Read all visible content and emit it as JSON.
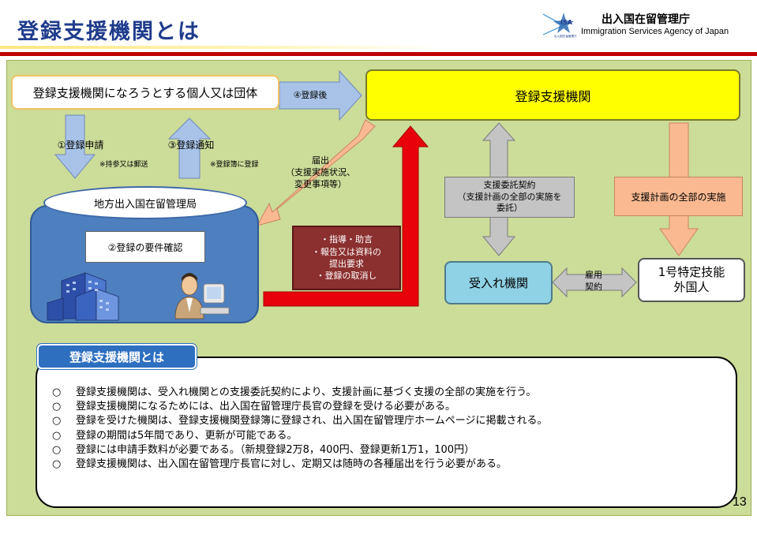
{
  "header": {
    "title": "登録支援機関とは",
    "agency_jp": "出入国在留管理庁",
    "agency_en": "Immigration Services Agency of Japan",
    "logo_text": "ISA",
    "logo_sub": "出入国在留管理庁"
  },
  "diagram": {
    "applicant": "登録支援機関になろうとする個人又は団体",
    "arrow_registered_after": "④登録後",
    "support_org": "登録支援機関",
    "arrow_apply": "①登録申請",
    "arrow_apply_note": "※持参又は郵送",
    "arrow_notice": "③登録通知",
    "arrow_notice_note": "※登録簿に登録",
    "notification": [
      "届出",
      "（支援実施状況、",
      "変更事項等）"
    ],
    "regional_bureau": "地方出入国在留管理局",
    "requirement_check": "②登録の要件確認",
    "guidance": [
      "・指導・助言",
      "・報告又は資料の",
      "提出要求",
      "・登録の取消し"
    ],
    "support_contract": [
      "支援委託契約",
      "（支援計画の全部の実施を",
      "委託）"
    ],
    "full_implementation": "支援計画の全部の実施",
    "receiving_org": "受入れ機関",
    "employment": [
      "雇用",
      "契約"
    ],
    "foreign_worker": [
      "1号特定技能",
      "外国人"
    ]
  },
  "summary": {
    "heading": "登録支援機関とは",
    "bullet": "○",
    "items": [
      "登録支援機関は、受入れ機関との支援委託契約により、支援計画に基づく支援の全部の実施を行う。",
      "登録支援機関になるためには、出入国在留管理庁長官の登録を受ける必要がある。",
      "登録を受けた機関は、登録支援機関登録簿に登録され、出入国在留管理庁ホームページに掲載される。",
      "登録の期間は5年間であり、更新が可能である。",
      "登録には申請手数料が必要である。（新規登録2万8，400円、登録更新1万1，100円）",
      "登録支援機関は、出入国在留管理庁長官に対し、定期又は随時の各種届出を行う必要がある。"
    ]
  },
  "page_number": "13",
  "colors": {
    "title_blue": "#1F3C8C",
    "header_red": "#C00000",
    "panel_green": "#CCDC99",
    "support_org_yellow": "#FFFF00",
    "arrow_blue": "#A9C3E8",
    "arrow_orange": "#FAB991",
    "guidance_maroon": "#8B2F2F",
    "bureau_blue": "#4E7FBE",
    "receiving_cyan": "#8FD1E5",
    "red_arrow": "#E8000B"
  }
}
